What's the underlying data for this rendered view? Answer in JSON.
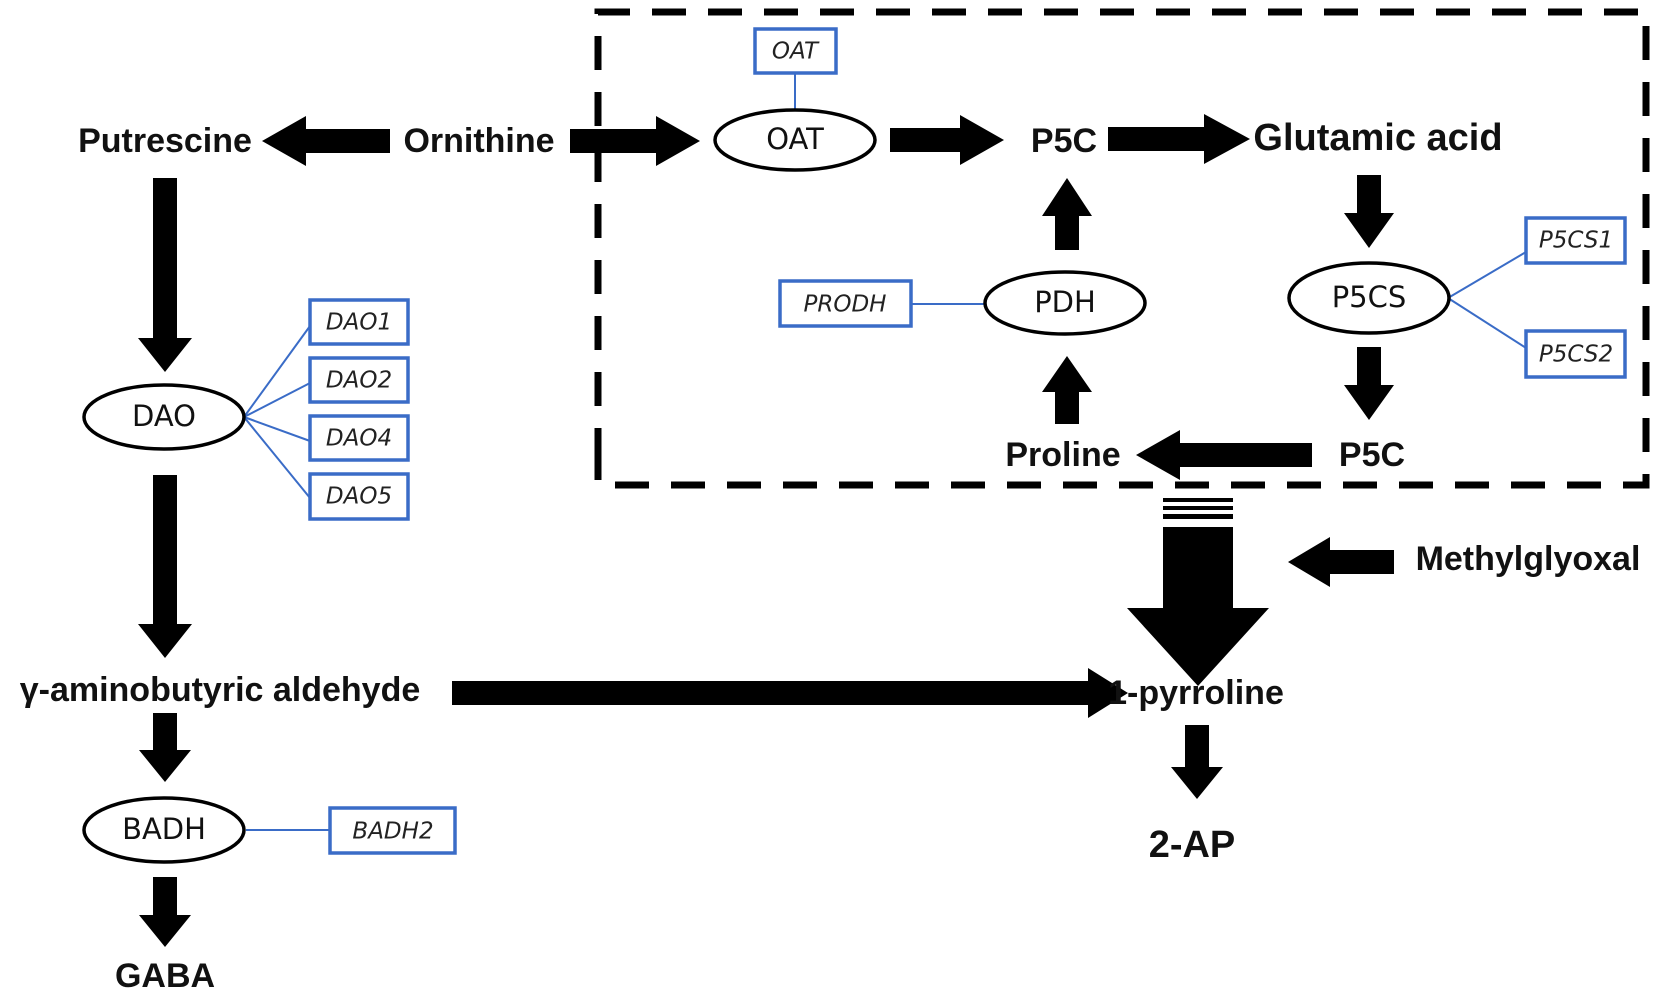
{
  "metabolites": {
    "putrescine": "Putrescine",
    "ornithine": "Ornithine",
    "p5c_top": "P5C",
    "glutamic_acid": "Glutamic acid",
    "proline": "Proline",
    "p5c_bottom": "P5C",
    "methylglyoxal": "Methylglyoxal",
    "gaba_aldehyde": "γ-aminobutyric aldehyde",
    "pyrroline": "1-pyrroline",
    "two_ap": "2-AP",
    "gaba": "GABA"
  },
  "enzymes": {
    "oat": "OAT",
    "pdh": "PDH",
    "p5cs": "P5CS",
    "dao": "DAO",
    "badh": "BADH"
  },
  "genes": {
    "oat": "OAT",
    "prodh": "PRODH",
    "p5cs1": "P5CS1",
    "p5cs2": "P5CS2",
    "dao1": "DAO1",
    "dao2": "DAO2",
    "dao4": "DAO4",
    "dao5": "DAO5",
    "badh2": "BADH2"
  },
  "colors": {
    "gene_box": "#3a6cc7",
    "arrow": "#000000"
  }
}
